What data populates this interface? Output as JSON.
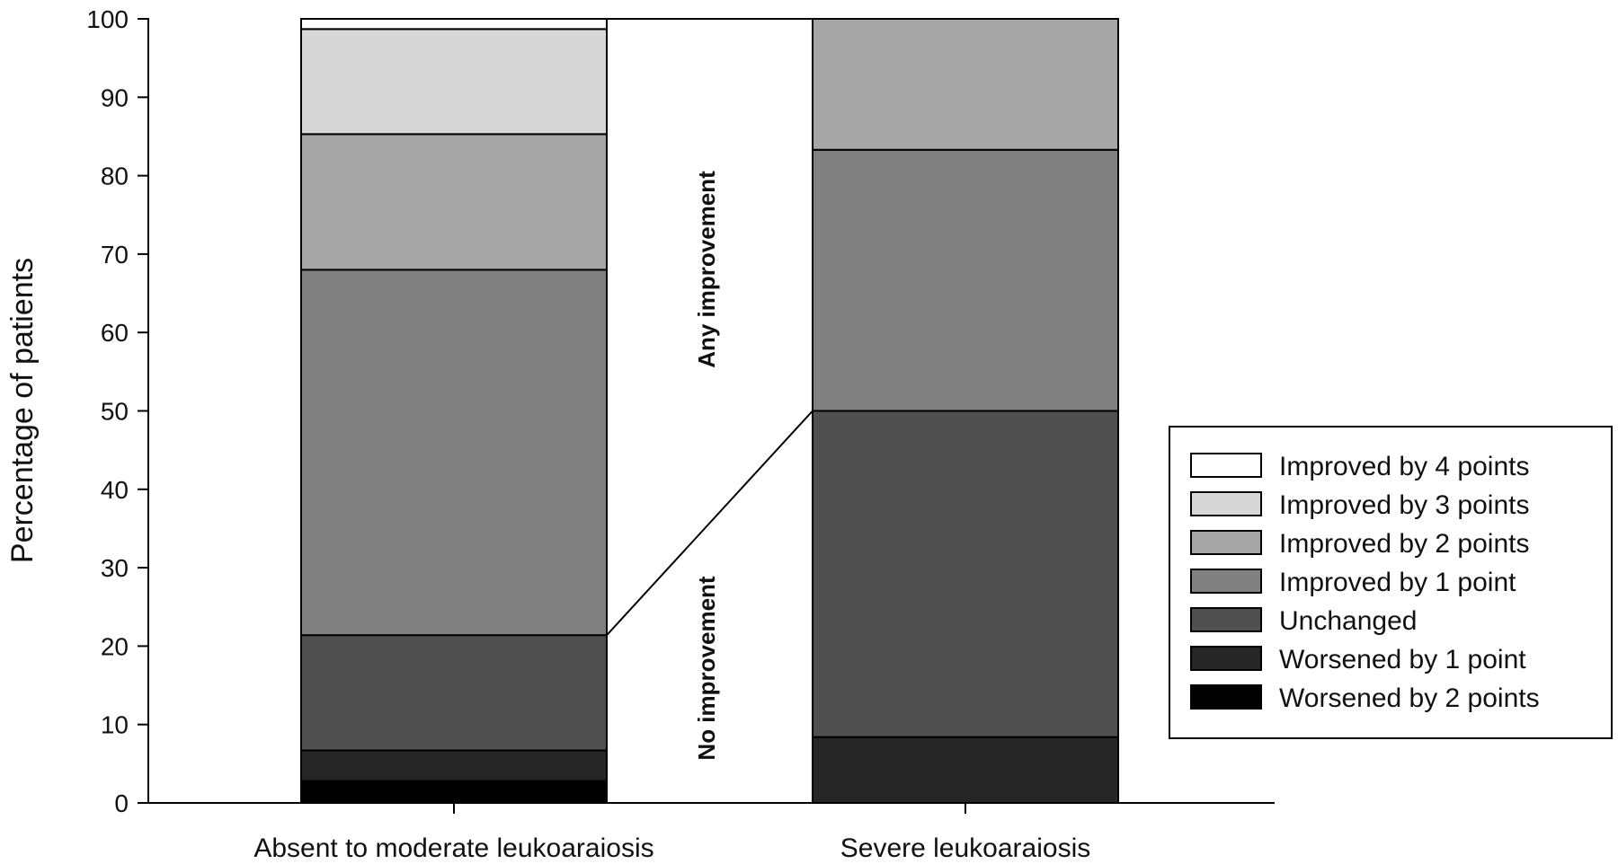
{
  "chart_data": {
    "type": "bar",
    "stacked": true,
    "categories": [
      "Absent to moderate leukoaraiosis",
      "Severe leukoaraiosis"
    ],
    "series": [
      {
        "name": "Worsened by 2 points",
        "color": "#000000",
        "values": [
          2.8,
          0
        ]
      },
      {
        "name": "Worsened by 1 point",
        "color": "#262626",
        "values": [
          3.9,
          8.4
        ]
      },
      {
        "name": "Unchanged",
        "color": "#505050",
        "values": [
          14.7,
          41.6
        ]
      },
      {
        "name": "Improved by 1 point",
        "color": "#808080",
        "values": [
          46.6,
          33.3
        ]
      },
      {
        "name": "Improved by 2 points",
        "color": "#a6a6a6",
        "values": [
          17.3,
          16.7
        ]
      },
      {
        "name": "Improved by 3 points",
        "color": "#d7d7d7",
        "values": [
          13.4,
          0
        ]
      },
      {
        "name": "Improved by 4 points",
        "color": "#ffffff",
        "values": [
          1.3,
          0
        ]
      }
    ],
    "legend_order": [
      "Improved by 4 points",
      "Improved by 3 points",
      "Improved by 2 points",
      "Improved by 1 point",
      "Unchanged",
      "Worsened by 1 point",
      "Worsened by 2 points"
    ],
    "ylabel": "Percentage of patients",
    "xlabel": "",
    "ylim": [
      0,
      100
    ],
    "yticks": [
      0,
      10,
      20,
      30,
      40,
      50,
      60,
      70,
      80,
      90,
      100
    ],
    "legend_position": "right",
    "grid": false,
    "annotations": [
      "Any improvement",
      "No improvement"
    ]
  }
}
